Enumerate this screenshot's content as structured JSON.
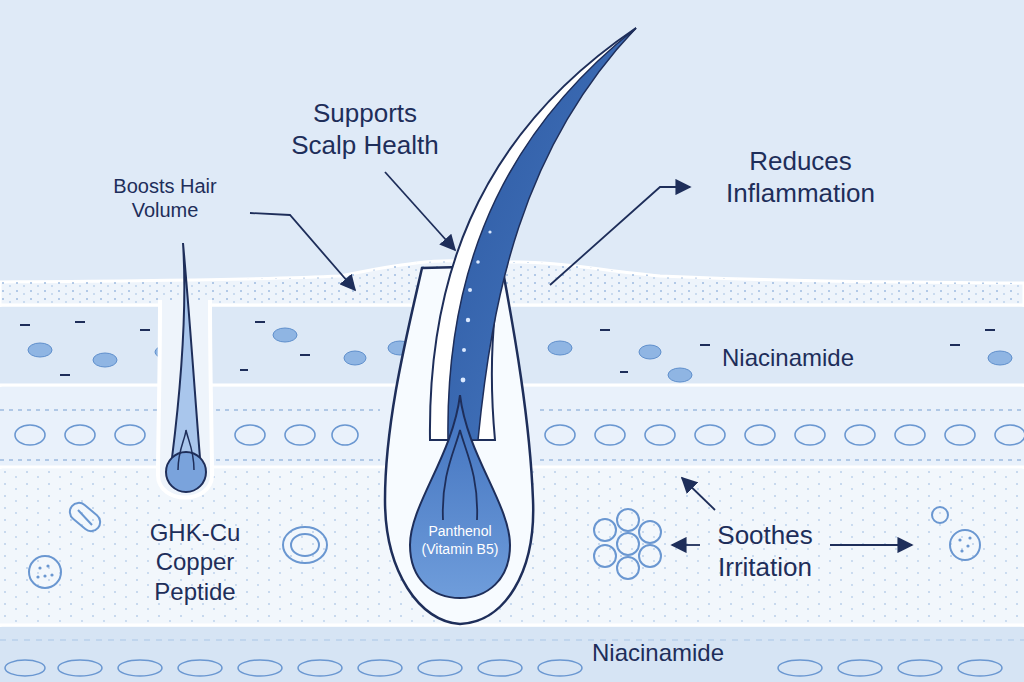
{
  "diagram": {
    "nodes": [
      {
        "text": [
          "Panthenol (Vitamin B5)"
        ]
      }
    ],
    "labels": [
      "Supports Scalp Health",
      "Boosts Hair Volume",
      "Reduces Inflammation",
      "Niacinamide",
      "GHK-Cu Copper Peptide",
      "Soothes Irritation",
      "Niacinamide"
    ]
  }
}
